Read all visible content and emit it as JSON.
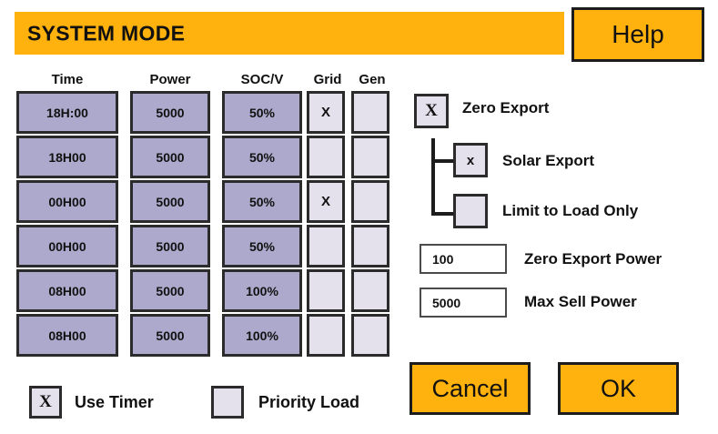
{
  "header": {
    "title": "SYSTEM MODE",
    "help_label": "Help",
    "bar_color": "#FFB20D"
  },
  "table": {
    "columns": [
      "Time",
      "Power",
      "SOC/V",
      "Grid",
      "Gen"
    ],
    "rows": [
      {
        "time": "18H:00",
        "power": "5000",
        "soc": "50%",
        "grid": "X",
        "gen": ""
      },
      {
        "time": "18H00",
        "power": "5000",
        "soc": "50%",
        "grid": "",
        "gen": ""
      },
      {
        "time": "00H00",
        "power": "5000",
        "soc": "50%",
        "grid": "X",
        "gen": ""
      },
      {
        "time": "00H00",
        "power": "5000",
        "soc": "50%",
        "grid": "",
        "gen": ""
      },
      {
        "time": "08H00",
        "power": "5000",
        "soc": "100%",
        "grid": "",
        "gen": ""
      },
      {
        "time": "08H00",
        "power": "5000",
        "soc": "100%",
        "grid": "",
        "gen": ""
      }
    ],
    "cell_color": "#ADA9CC",
    "check_color": "#E5E1EC"
  },
  "export_panel": {
    "zero_export": {
      "label": "Zero Export",
      "checked": "X"
    },
    "solar_export": {
      "label": "Solar Export",
      "checked": "x"
    },
    "limit_to_load_only": {
      "label": "Limit to Load Only",
      "checked": ""
    },
    "zero_export_power": {
      "label": "Zero Export Power",
      "value": "100"
    },
    "max_sell_power": {
      "label": "Max Sell Power",
      "value": "5000"
    }
  },
  "legend": {
    "use_timer": {
      "label": "Use Timer",
      "checked": "X"
    },
    "priority_load": {
      "label": "Priority Load",
      "checked": ""
    }
  },
  "actions": {
    "cancel_label": "Cancel",
    "ok_label": "OK"
  }
}
